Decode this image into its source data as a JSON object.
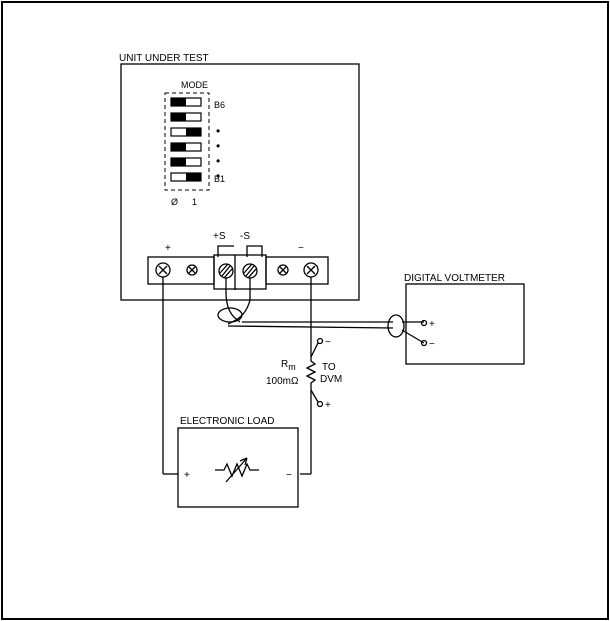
{
  "unit_under_test": {
    "title": "UNIT UNDER TEST",
    "mode_label": "MODE",
    "switch_top_label": "B6",
    "switch_bottom_label": "B1",
    "bit_labels": [
      "Ø",
      "1"
    ],
    "switches": [
      {
        "position": "0"
      },
      {
        "position": "0"
      },
      {
        "position": "1"
      },
      {
        "position": "0"
      },
      {
        "position": "0"
      },
      {
        "position": "1"
      }
    ],
    "dot_marks": [
      "•",
      "•",
      "•",
      "•"
    ],
    "terminal_plus": "+",
    "terminal_minus": "−",
    "sense_plus": "+S",
    "sense_minus": "-S"
  },
  "digital_voltmeter": {
    "title": "DIGITAL VOLTMETER",
    "plus": "+",
    "minus": "−"
  },
  "resistor": {
    "name_main": "R",
    "name_sub": "m",
    "value": "100mΩ",
    "to_label": "TO",
    "dvm_label": "DVM",
    "top_sign": "−",
    "bottom_sign": "+"
  },
  "electronic_load": {
    "title": "ELECTRONIC LOAD",
    "plus": "+",
    "minus": "−"
  }
}
